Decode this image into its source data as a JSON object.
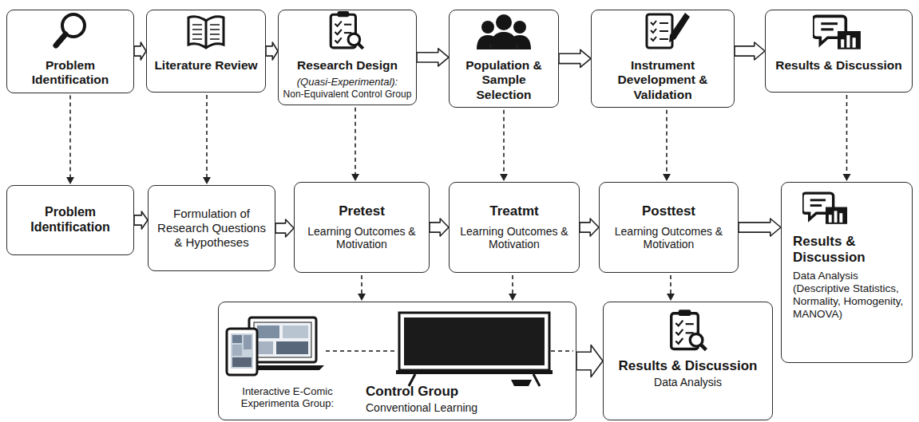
{
  "diagram": {
    "nodes": [
      {
        "text": [
          "Problem Identification"
        ]
      },
      {
        "text": [
          "Literature Review"
        ]
      },
      {
        "text": [
          "Research Design",
          "(Quasi-Experimental):",
          "Non-Equivalent Control Group"
        ]
      },
      {
        "text": [
          "Population & Sample Selection"
        ]
      },
      {
        "text": [
          "Instrument Development & Validation"
        ]
      },
      {
        "text": [
          "Results & Discussion"
        ]
      },
      {
        "text": [
          "Problem Identification"
        ]
      },
      {
        "text": [
          "Formulation of Research Questions & Hypotheses"
        ]
      },
      {
        "text": [
          "Pretest",
          "Learning Outcomes & Motivation"
        ]
      },
      {
        "text": [
          "Treatmt",
          "Learning Outcomes & Motivation"
        ]
      },
      {
        "text": [
          "Posttest",
          "Learning Outcomes & Motivation"
        ]
      },
      {
        "text": [
          "Results & Discussion",
          "Data Analysis (Descriptive Statistics, Normality, Homogenity, MANOVA)"
        ]
      },
      {
        "text": [
          "Interactive E-Comic Experimenta Group:",
          "Control Group",
          "Conventional Learning"
        ]
      },
      {
        "text": [
          "Results & Discussion",
          "Data Analysis"
        ]
      }
    ],
    "edges": [
      {
        "from": 0,
        "to": 1,
        "arrow": "to"
      },
      {
        "from": 1,
        "to": 2,
        "arrow": "to"
      },
      {
        "from": 2,
        "to": 3,
        "arrow": "to"
      },
      {
        "from": 3,
        "to": 4,
        "arrow": "to"
      },
      {
        "from": 4,
        "to": 5,
        "arrow": "to"
      },
      {
        "from": 0,
        "to": 6,
        "arrow": "to"
      },
      {
        "from": 1,
        "to": 7,
        "arrow": "to"
      },
      {
        "from": 2,
        "to": 8,
        "arrow": "to"
      },
      {
        "from": 3,
        "to": 9,
        "arrow": "to"
      },
      {
        "from": 4,
        "to": 10,
        "arrow": "to"
      },
      {
        "from": 5,
        "to": 11,
        "arrow": "to"
      },
      {
        "from": 6,
        "to": 7,
        "arrow": "to"
      },
      {
        "from": 7,
        "to": 8,
        "arrow": "to"
      },
      {
        "from": 8,
        "to": 9,
        "arrow": "to"
      },
      {
        "from": 9,
        "to": 10,
        "arrow": "to"
      },
      {
        "from": 10,
        "to": 11,
        "arrow": "to"
      },
      {
        "from": 8,
        "to": 12,
        "arrow": "to"
      },
      {
        "from": 9,
        "to": 12,
        "arrow": "to"
      },
      {
        "from": 10,
        "to": 13,
        "arrow": "to"
      },
      {
        "from": 12,
        "to": 13,
        "arrow": "to"
      }
    ]
  }
}
